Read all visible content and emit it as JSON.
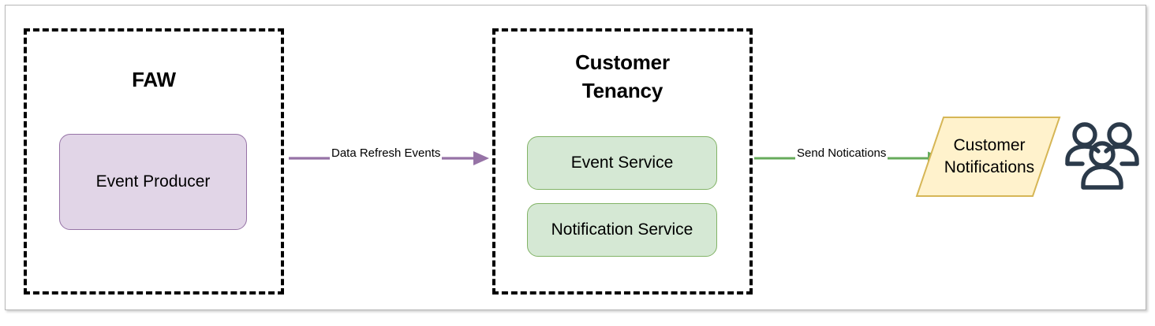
{
  "diagram": {
    "groups": [
      {
        "id": "faw",
        "title": "FAW",
        "nodes": [
          {
            "id": "event-producer",
            "label": "Event Producer",
            "fill": "#e1d5e7",
            "stroke": "#9673a6"
          }
        ]
      },
      {
        "id": "customer-tenancy",
        "title": "Customer\nTenancy",
        "nodes": [
          {
            "id": "event-service",
            "label": "Event Service",
            "fill": "#d5e8d4",
            "stroke": "#82b366"
          },
          {
            "id": "notification-service",
            "label": "Notification Service",
            "fill": "#d5e8d4",
            "stroke": "#82b366"
          }
        ]
      }
    ],
    "shapes": [
      {
        "id": "customer-notifications",
        "type": "parallelogram",
        "label": "Customer\nNotifications",
        "fill": "#fff2cc",
        "stroke": "#d6b656"
      }
    ],
    "icons": [
      {
        "id": "people",
        "name": "people-group-icon",
        "color": "#2b3a4a"
      }
    ],
    "connectors": [
      {
        "id": "data-refresh",
        "label": "Data Refresh Events",
        "color": "#9673a6",
        "from": "faw",
        "to": "customer-tenancy"
      },
      {
        "id": "send-notifications",
        "label": "Send Notications",
        "color": "#67ab5b",
        "from": "customer-tenancy",
        "to": "customer-notifications"
      }
    ]
  },
  "colors": {
    "canvas_border": "#b7b7b7",
    "group_border": "#000000",
    "background": "#ffffff",
    "text": "#000000"
  }
}
